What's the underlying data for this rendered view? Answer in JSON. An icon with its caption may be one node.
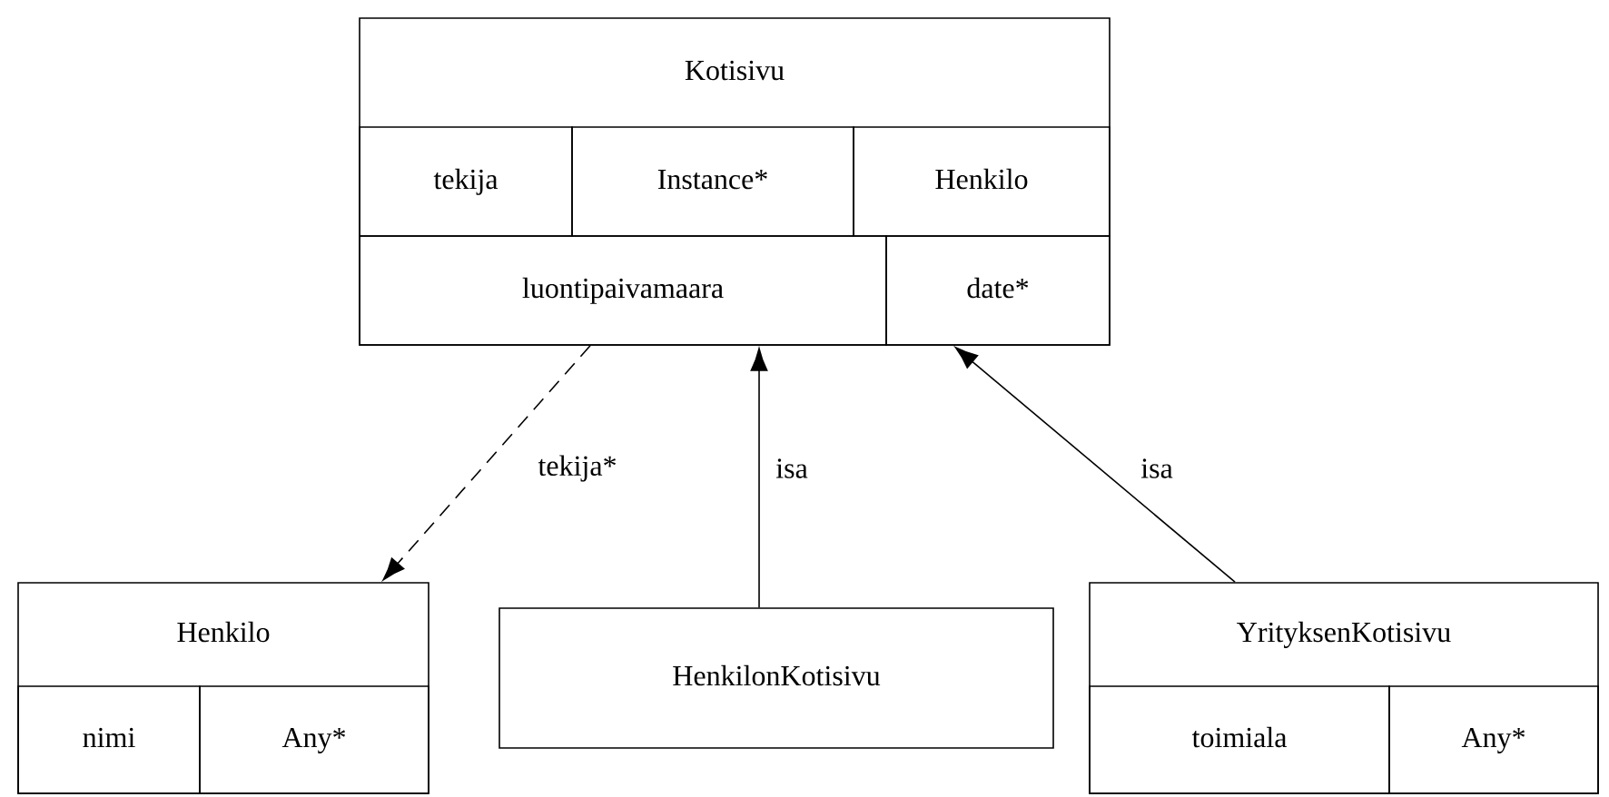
{
  "diagram": {
    "nodes": [
      {
        "text": [
          "Kotisivu"
        ]
      },
      {
        "text": [
          "tekija"
        ],
        "in": 0
      },
      {
        "text": [
          "Instance*"
        ],
        "in": 0
      },
      {
        "text": [
          "Henkilo"
        ],
        "in": 0
      },
      {
        "text": [
          "luontipaivamaara"
        ],
        "in": 0
      },
      {
        "text": [
          "date*"
        ],
        "in": 0
      },
      {
        "text": [
          "Henkilo"
        ]
      },
      {
        "text": [
          "nimi"
        ],
        "in": 6
      },
      {
        "text": [
          "Any*"
        ],
        "in": 6
      },
      {
        "text": [
          "HenkilonKotisivu"
        ]
      },
      {
        "text": [
          "YrityksenKotisivu"
        ]
      },
      {
        "text": [
          "toimiala"
        ],
        "in": 10
      },
      {
        "text": [
          "Any*"
        ],
        "in": 10
      }
    ],
    "edges": [
      {
        "from": 0,
        "to": 6,
        "arrow": "to",
        "label": "tekija*",
        "style": "dashed"
      },
      {
        "from": 9,
        "to": 0,
        "arrow": "to",
        "label": "isa"
      },
      {
        "from": 10,
        "to": 0,
        "arrow": "to",
        "label": "isa"
      }
    ]
  }
}
